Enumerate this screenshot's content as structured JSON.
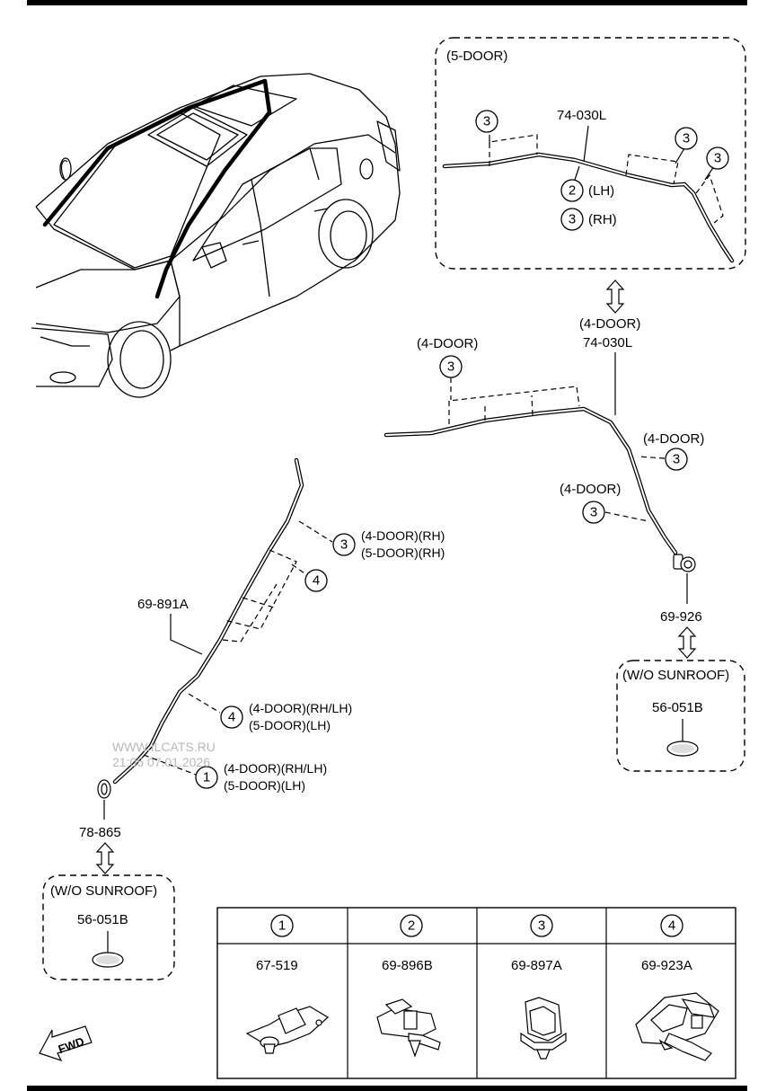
{
  "watermark": {
    "line1": "WWW.ILCATS.RU",
    "line2": "21:05 07.01.2026"
  },
  "box_5door": {
    "title": "(5-DOOR)",
    "part": "74-030L",
    "callout_lh": "(LH)",
    "callout_rh": "(RH)",
    "n1": "3",
    "n2": "2",
    "n3": "3",
    "n4": "3",
    "n5": "3"
  },
  "door4_top": {
    "label_4door_a": "(4-DOOR)",
    "label_4door_b": "(4-DOOR)",
    "part": "74-030L",
    "callout_left": "(4-DOOR)",
    "callout_right": "(4-DOOR)",
    "callout_lower": "(4-DOOR)",
    "n_left": "3",
    "n_right": "3",
    "n_lower": "3"
  },
  "right_connector": {
    "part": "69-926"
  },
  "grommet_right": {
    "title": "(W/O SUNROOF)",
    "part": "56-051B"
  },
  "left_hose": {
    "part": "69-891A",
    "c3_line1": "(4-DOOR)(RH)",
    "c3_line2": "(5-DOOR)(RH)",
    "c3_num": "3",
    "c4_num": "4",
    "c4b_line1": "(4-DOOR)(RH/LH)",
    "c4b_line2": "(5-DOOR)(LH)",
    "c4b_num": "4",
    "c1_line1": "(4-DOOR)(RH/LH)",
    "c1_line2": "(5-DOOR)(LH)",
    "c1_num": "1"
  },
  "left_connector": {
    "part": "78-865"
  },
  "grommet_left": {
    "title": "(W/O SUNROOF)",
    "part": "56-051B"
  },
  "legend": {
    "cols": [
      {
        "num": "1",
        "part": "67-519"
      },
      {
        "num": "2",
        "part": "69-896B"
      },
      {
        "num": "3",
        "part": "69-897A"
      },
      {
        "num": "4",
        "part": "69-923A"
      }
    ]
  },
  "fwd": {
    "label": "FWD"
  }
}
